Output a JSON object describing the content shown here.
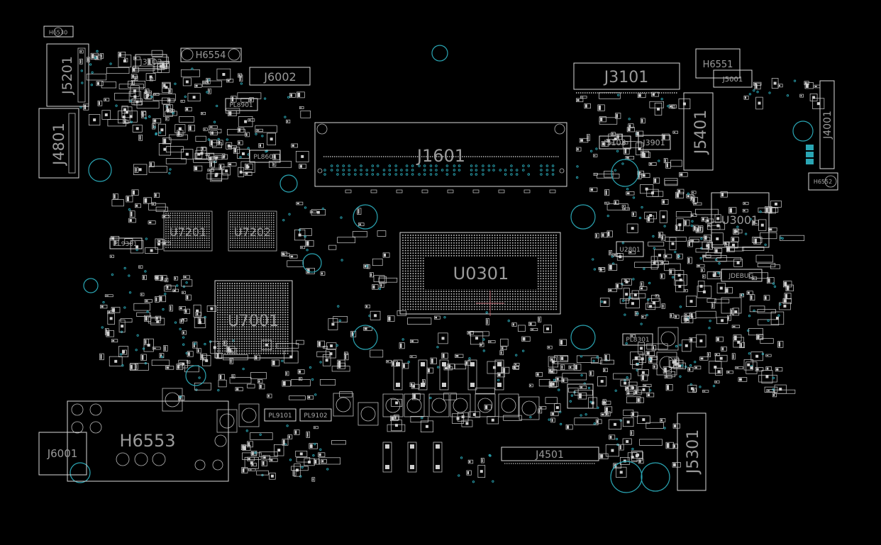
{
  "board": {
    "background": "#000000",
    "outline_color": "#d8d8d8",
    "label_color": "#9a9a9a",
    "hole_color": "#2aa6b4",
    "components": {
      "H6530": "H6530",
      "J5201": "J5201",
      "J3102": "J3102",
      "H6554": "H6554",
      "J6002": "J6002",
      "J4801": "J4801",
      "PL8901": "PL8901",
      "PL8601": "PL8601",
      "J1601": "J1601",
      "J3101": "J3101",
      "H6551": "H6551",
      "J5001": "J5001",
      "J5401": "J5401",
      "J4001": "J4001",
      "J3103": "J3103",
      "J3901": "J3901",
      "H6552": "H6552",
      "U7201": "U7201",
      "U7202": "U7202",
      "PL9301": "PL9301",
      "U0301": "U0301",
      "U3001": "U3001",
      "U2801": "U2801",
      "JDEBUG": "JDEBUG",
      "U7001": "U7001",
      "PL8301": "PL8301",
      "PL9101": "PL9101",
      "PL9102": "PL9102",
      "H6553": "H6553",
      "J6001": "J6001",
      "J4501": "J4501",
      "J5301": "J5301"
    }
  }
}
